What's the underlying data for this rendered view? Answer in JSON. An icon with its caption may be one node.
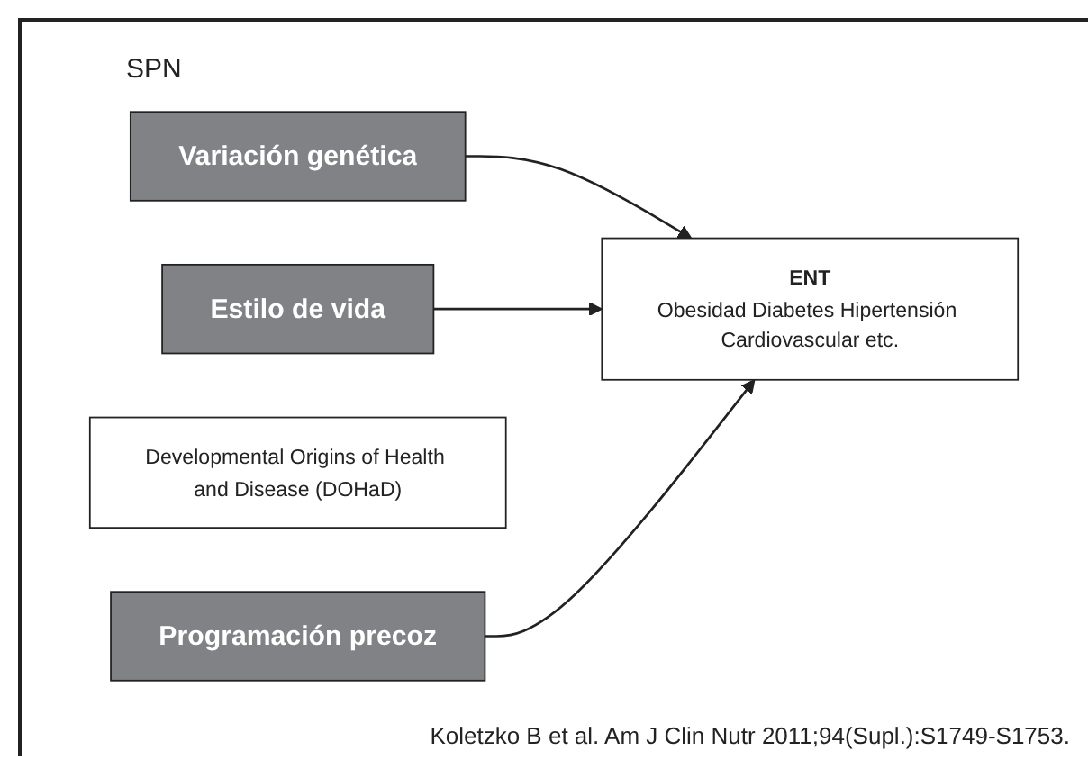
{
  "diagram": {
    "caption": "Koletzko B et al. Am J Clin Nutr 2011;94(Supl.):S1749-S1753.",
    "nodes": [
      {
        "text": [
          "Variación genética"
        ]
      },
      {
        "text": [
          "ENT",
          "Obesidad Diabetes Hipertensión Cardiovascular etc."
        ]
      },
      {
        "text": [
          "Estilo de vida"
        ]
      },
      {
        "text": [
          "Developmental Origins of Health and Disease (DOHaD)"
        ]
      },
      {
        "text": [
          "Programación precoz"
        ]
      }
    ],
    "edges": [
      {
        "from": 0,
        "to": 1,
        "arrow": "to"
      },
      {
        "from": 2,
        "to": 1,
        "arrow": "to"
      },
      {
        "from": 4,
        "to": 1,
        "arrow": "to"
      }
    ],
    "labels": [
      "SPN"
    ]
  }
}
